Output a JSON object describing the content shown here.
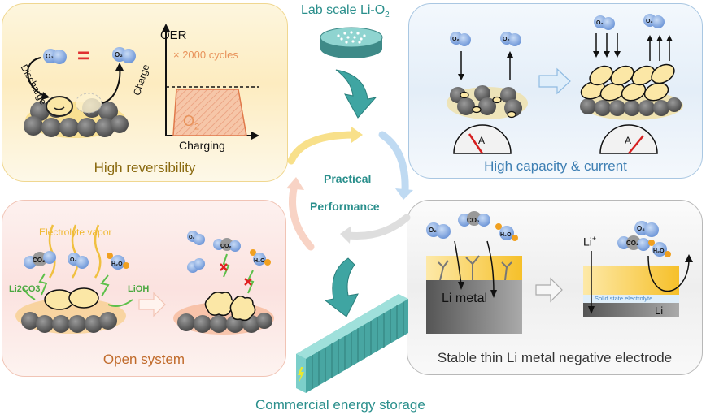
{
  "figure": {
    "top_label": "Lab scale Li-O",
    "top_label_sub": "2",
    "center_label_line1": "Practical",
    "center_label_line2": "Performance",
    "bottom_label": "Commercial energy storage",
    "accent_color": "#2a8f8c"
  },
  "panels": {
    "reversibility": {
      "title": "High reversibility",
      "title_color": "#8a6a10",
      "discharge_label": "Discharge",
      "charge_label": "Charge",
      "equals_sign": "=",
      "molecule": "O2",
      "chart": {
        "ylabel": "OER",
        "xlabel": "Charging",
        "annotation": "× 2000 cycles",
        "area_label": "O",
        "area_label_sub": "2"
      }
    },
    "capacity": {
      "title": "High capacity & current",
      "title_color": "#3e7fb3",
      "molecule": "O2",
      "gauge_label": "A"
    },
    "open_system": {
      "title": "Open system",
      "title_color": "#c06a2a",
      "vapor_label": "Electrolyte vapor",
      "product1": "Li2CO3",
      "product2": "LiOH",
      "molecules": [
        "CO2",
        "O2",
        "H2O"
      ]
    },
    "li_metal": {
      "title": "Stable thin Li metal negative electrode",
      "title_color": "#333333",
      "li_metal_label": "Li metal",
      "li_ion_label": "Li",
      "li_ion_sup": "+",
      "sse_label": "Solid state electrolyte",
      "li_label": "Li",
      "molecules": [
        "O2",
        "CO2",
        "H2O"
      ]
    }
  },
  "chart_data": {
    "type": "area",
    "title": "",
    "xlabel": "Charging",
    "ylabel": "OER",
    "annotation": "× 2000 cycles",
    "series": [
      {
        "name": "O2",
        "shape": "plateau",
        "values_relative": [
          0,
          1,
          1,
          1,
          0
        ]
      }
    ],
    "reference_line": "dashed at plateau level"
  }
}
